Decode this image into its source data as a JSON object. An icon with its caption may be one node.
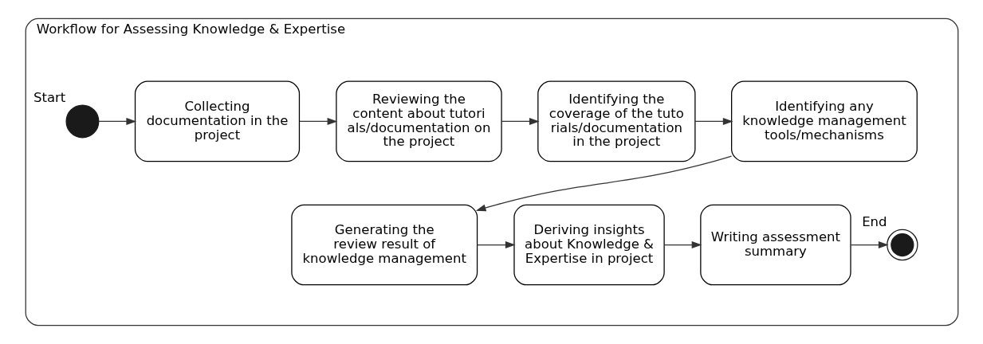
{
  "diagram": {
    "nodes": [
      {
        "text": [
          "Workflow for Assessing Knowledge & Expertise"
        ]
      },
      {
        "text": [],
        "shape": "circle",
        "beside": [
          "Start"
        ],
        "in": 0
      },
      {
        "text": [
          "Collecting documentation in the project"
        ],
        "in": 0
      },
      {
        "text": [
          "Reviewing the content about tutorials/documentation on the project"
        ],
        "in": 0
      },
      {
        "text": [
          "Identifying the coverage of the tutorials/documentation in the project"
        ],
        "in": 0
      },
      {
        "text": [
          "Identifying any knowledge management tools/mechanisms"
        ],
        "in": 0
      },
      {
        "text": [
          "Generating the review result of knowledge management"
        ],
        "in": 0
      },
      {
        "text": [
          "Deriving insights about Knowledge & Expertise in project"
        ],
        "in": 0
      },
      {
        "text": [
          "Writing assessment summary"
        ],
        "in": 0
      },
      {
        "text": [],
        "shape": "circle",
        "beside": [
          "End"
        ],
        "in": 0
      }
    ],
    "edges": [
      {
        "from": 1,
        "to": 2,
        "arrow": "to"
      },
      {
        "from": 2,
        "to": 3,
        "arrow": "to"
      },
      {
        "from": 3,
        "to": 4,
        "arrow": "to"
      },
      {
        "from": 4,
        "to": 5,
        "arrow": "to"
      },
      {
        "from": 5,
        "to": 6,
        "arrow": "to"
      },
      {
        "from": 6,
        "to": 7,
        "arrow": "to"
      },
      {
        "from": 7,
        "to": 8,
        "arrow": "to"
      },
      {
        "from": 8,
        "to": 9,
        "arrow": "to"
      }
    ]
  }
}
